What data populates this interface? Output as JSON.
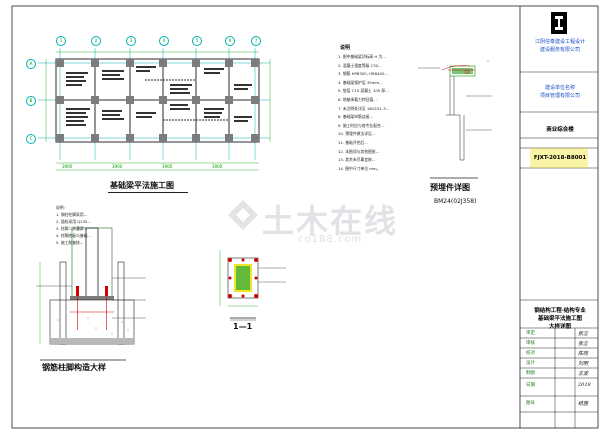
{
  "colors": {
    "background": "#000000",
    "paper": "#ffffff",
    "grid_line": "#00b3b3",
    "column_fill": "#7c7c7c",
    "beam_line": "#2b2b2b",
    "dimension": "#00a000",
    "rebar": "#d30000",
    "title_blue": "#1a4fc2",
    "highlight_yellow": "#f0e000"
  },
  "drawings": {
    "foundation_plan": {
      "title": "基础梁平法施工图",
      "scale": "",
      "grid_labels_top": [
        "1",
        "2",
        "3",
        "4",
        "5",
        "6",
        "7"
      ],
      "grid_labels_left": [
        "A",
        "B",
        "C"
      ],
      "dims_bottom": [
        "3900",
        "3900",
        "3900",
        "3900"
      ],
      "total_dim": "",
      "note_tag": ""
    },
    "embedded_part": {
      "title": "预埋件详图",
      "subtitle": "BM24(02J358)"
    },
    "column_base": {
      "title": "钢筋柱脚构造大样"
    },
    "section_11": {
      "title": "1—1"
    },
    "general_notes_title": "说明",
    "base_notes_title": "说明"
  },
  "general_notes": [
    "1. 图中基础梁顶标高 H 为...",
    "2. 混凝土强度等级 C30...",
    "3. 钢筋 HPB300, HRB400...",
    "4. 基础梁保护层 35mm...",
    "5. 垫层 C15 混凝土 100 厚...",
    "6. 地基承载力特征值...",
    "7. 未注明处详见 16G101-3...",
    "8. 基础梁纵筋连接...",
    "9. 施工时应与各专业配合...",
    "10. 预埋件做法详见...",
    "11. 基础开挖后...",
    "12. 本图须与其他图纸...",
    "13. 其余未尽事宜按...",
    "14. 图中尺寸单位 mm。"
  ],
  "base_notes": [
    "说明:",
    "1. 钢柱柱脚采用...",
    "2. 锚栓采用 Q235...",
    "3. 柱脚二次灌浆...",
    "4. 柱脚底板与基础...",
    "5. 施工前复核..."
  ],
  "title_block": {
    "company_line1": "江阴信泰建设工程设计",
    "company_line2": "建设服务有限公司",
    "company_small": "",
    "client_line1": "建设单位名称",
    "client_line2": "项目管理有限公司",
    "project_name": "商业综合楼",
    "drawing_number": "FJXT-2018-B8001",
    "discipline_line1": "钢结构工程·结构专业",
    "discipline_line2": "基础梁平法施工图",
    "discipline_line3": "大样详图",
    "rows": [
      {
        "role": "审定",
        "sign": "张立"
      },
      {
        "role": "审核",
        "sign": "张立"
      },
      {
        "role": "校对",
        "sign": "陈晓"
      },
      {
        "role": "设计",
        "sign": "刘明"
      },
      {
        "role": "制图",
        "sign": "王波"
      },
      {
        "role": "日期",
        "sign": "2018"
      },
      {
        "role": "图号",
        "sign": "结施"
      }
    ]
  },
  "watermark": {
    "text": "土木在线",
    "sub": "co188.com"
  }
}
